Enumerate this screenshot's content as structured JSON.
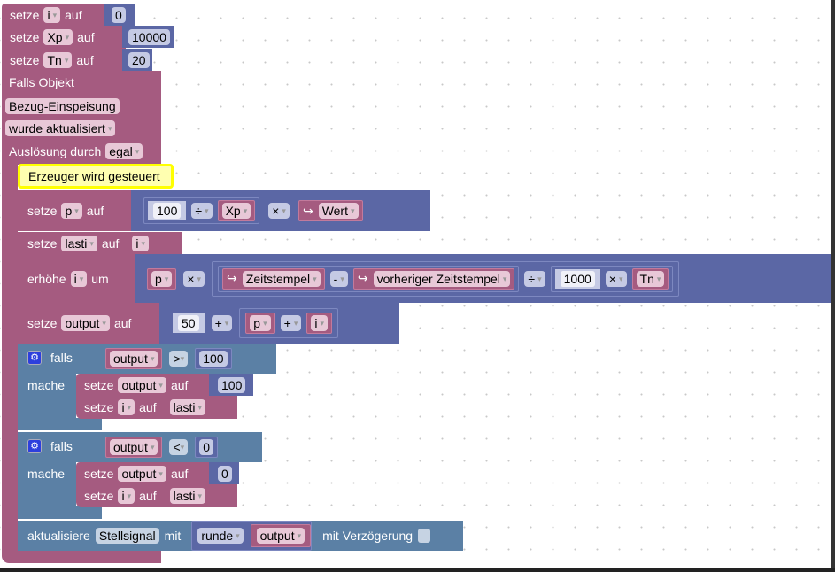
{
  "kw": {
    "setze": "setze",
    "auf": "auf",
    "erhoehe": "erhöhe",
    "um": "um",
    "falls": "falls",
    "mache": "mache",
    "aktualisiere": "aktualisiere",
    "mit": "mit",
    "mit_verzoegerung": "mit Verzögerung"
  },
  "init": [
    {
      "var": "i",
      "value": "0"
    },
    {
      "var": "Xp",
      "value": "10000"
    },
    {
      "var": "Tn",
      "value": "20"
    }
  ],
  "event": {
    "title": "Falls Objekt",
    "object": "Bezug-Einspeisung",
    "condition": "wurde aktualisiert",
    "trigger_label": "Auslösung durch",
    "trigger": "egal"
  },
  "comment": "Erzeuger wird gesteuert",
  "set_p": {
    "var": "p",
    "num": "100",
    "op1": "÷",
    "var2": "Xp",
    "op2": "×",
    "func": "Wert"
  },
  "set_lasti": {
    "var": "lasti",
    "value": "i"
  },
  "incr": {
    "var": "i",
    "a": "p",
    "op1": "×",
    "ts": "Zeitstempel",
    "minus": "-",
    "prev_ts": "vorheriger Zeitstempel",
    "div": "÷",
    "num": "1000",
    "mul": "×",
    "tn": "Tn"
  },
  "set_output": {
    "var": "output",
    "num": "50",
    "op1": "+",
    "a": "p",
    "op2": "+",
    "b": "i"
  },
  "if1": {
    "var": "output",
    "op": ">",
    "value": "100",
    "set1_var": "output",
    "set1_value": "100",
    "set2_var": "i",
    "set2_value": "lasti"
  },
  "if2": {
    "var": "output",
    "op": "<",
    "value": "0",
    "set1_var": "output",
    "set1_value": "0",
    "set2_var": "i",
    "set2_value": "lasti"
  },
  "update": {
    "target": "Stellsignal",
    "func": "runde",
    "var": "output"
  },
  "colors": {
    "variables": "#a55b80",
    "math": "#5b67a5",
    "logic": "#5b80a5",
    "comment": "#ffff00"
  }
}
